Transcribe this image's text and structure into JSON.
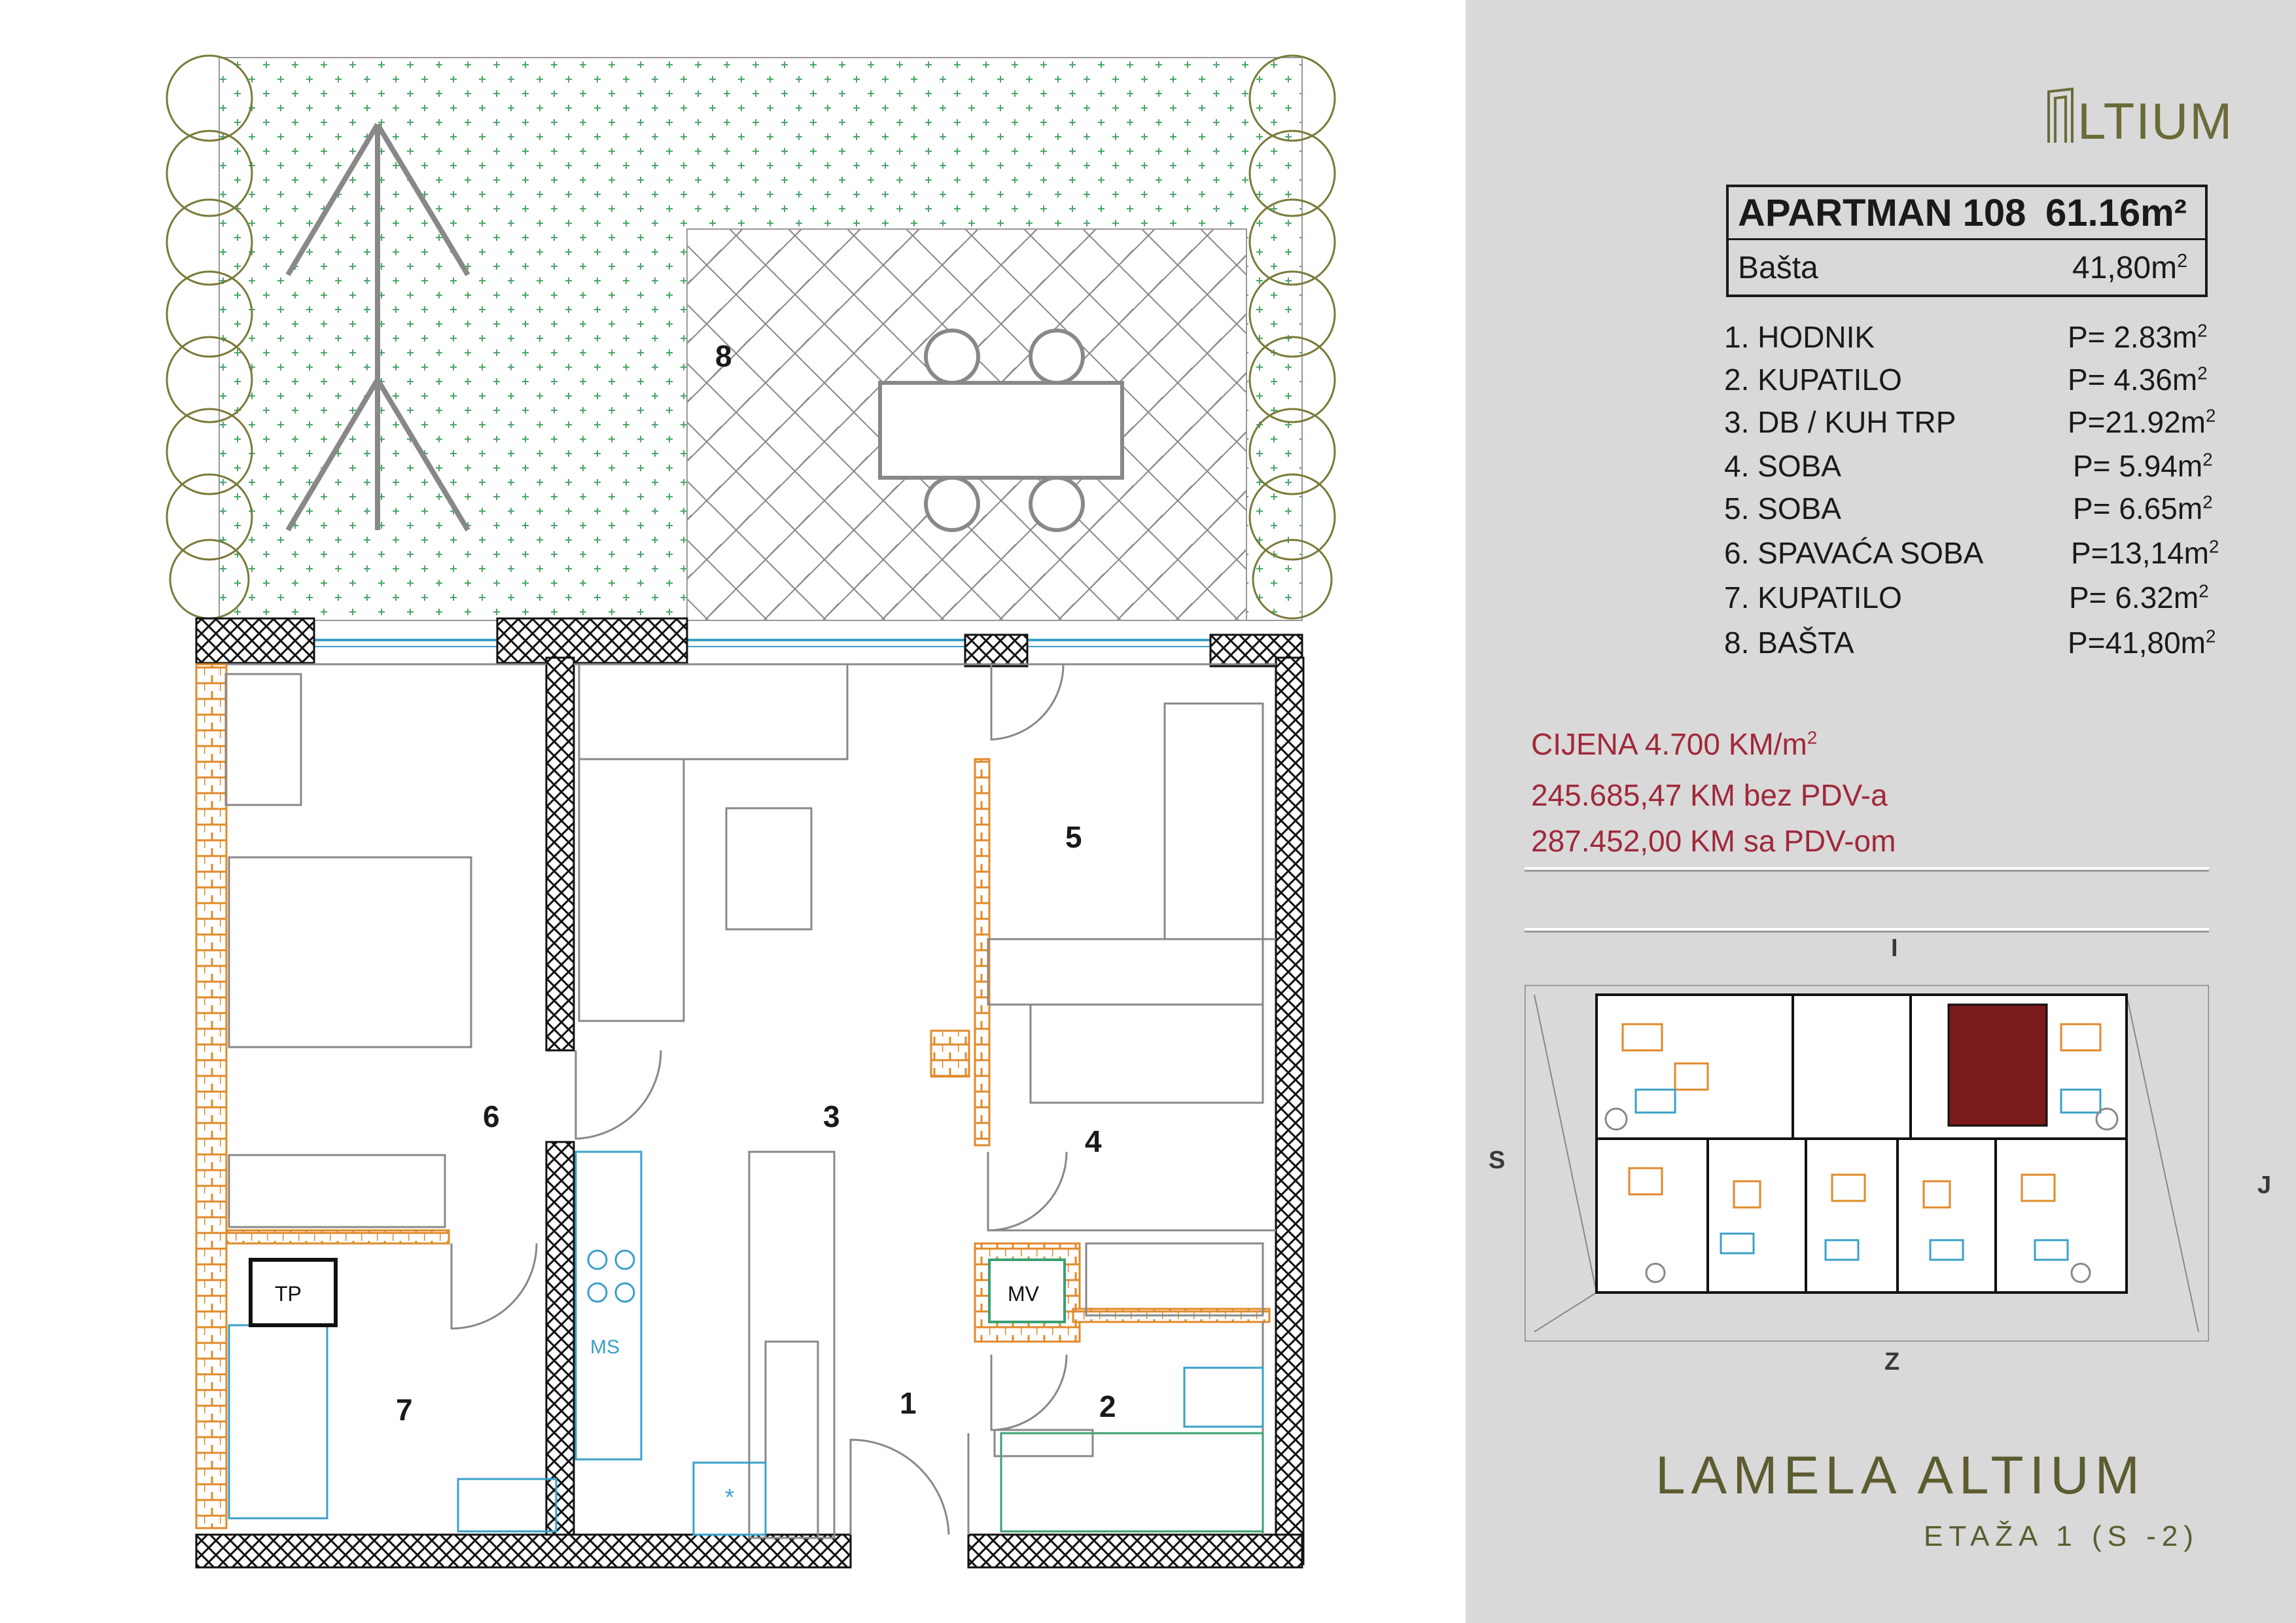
{
  "brand": {
    "logo_text": "LTIUM",
    "logo_mark": "altium-logo-mark"
  },
  "apartment": {
    "title": "APARTMAN 108",
    "area": "61.16m²",
    "garden_label": "Bašta",
    "garden_value": "41,80m",
    "garden_sup": "2"
  },
  "rooms": [
    {
      "label": "1. HODNIK",
      "area": "P= 2.83m",
      "sup": "2"
    },
    {
      "label": "2. KUPATILO",
      "area": "P= 4.36m",
      "sup": "2"
    },
    {
      "label": "3. DB / KUH TRP",
      "area": "P=21.92m",
      "sup": "2"
    },
    {
      "label": "4. SOBA",
      "area": "P= 5.94m",
      "sup": "2"
    },
    {
      "label": "5. SOBA",
      "area": "P= 6.65m",
      "sup": "2"
    },
    {
      "label": "6. SPAVAĆA SOBA",
      "area": "P=13,14m",
      "sup": "2"
    },
    {
      "label": "7. KUPATILO",
      "area": "P= 6.32m",
      "sup": "2"
    },
    {
      "label": "8. BAŠTA",
      "area": "P=41,80m",
      "sup": "2"
    }
  ],
  "pricing": {
    "per_m2": "CIJENA 4.700 KM/m",
    "per_m2_sup": "2",
    "without_vat": "245.685,47 KM bez PDV-a",
    "with_vat": "287.452,00 KM sa PDV-om"
  },
  "building": {
    "name": "LAMELA ALTIUM",
    "floor": "ETAŽA 1 (S -2)"
  },
  "compass": {
    "north": "I",
    "south": "Z",
    "west": "S",
    "east": "J"
  },
  "plan_labels": {
    "r1": "1",
    "r2": "2",
    "r3": "3",
    "r4": "4",
    "r5": "5",
    "r6": "6",
    "r7": "7",
    "r8": "8",
    "tp": "TP",
    "mv": "MV",
    "ms": "MS",
    "star": "*"
  },
  "colors": {
    "panel_bg": "#d9d9d9",
    "price": "#a0283a",
    "brand": "#5c5c30",
    "wall_accent": "#e08a2a",
    "fixture": "#3aa0c8",
    "highlight_unit": "#7a1a1a"
  }
}
